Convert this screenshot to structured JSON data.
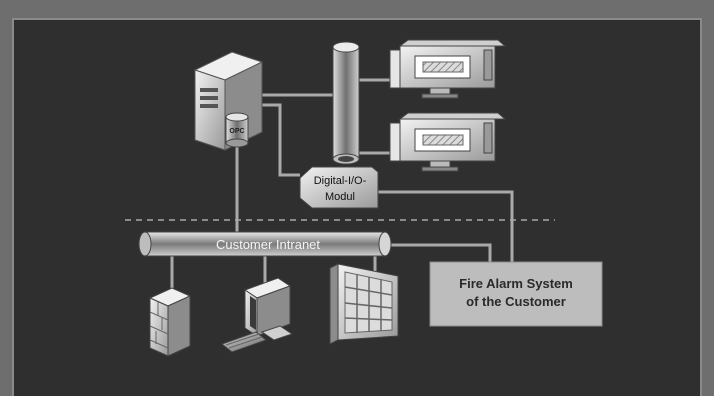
{
  "opc_label": "OPC",
  "io_module": {
    "line1": "Digital-I/O-",
    "line2": "Modul"
  },
  "intranet_label": "Customer Intranet",
  "fire_alarm": {
    "line1": "Fire Alarm System",
    "line2": "of the Customer"
  },
  "colors": {
    "background": "#2f2f2f",
    "frame": "#6e6e6e",
    "line": "#a9a9a9",
    "box": "#bdbdbd"
  }
}
